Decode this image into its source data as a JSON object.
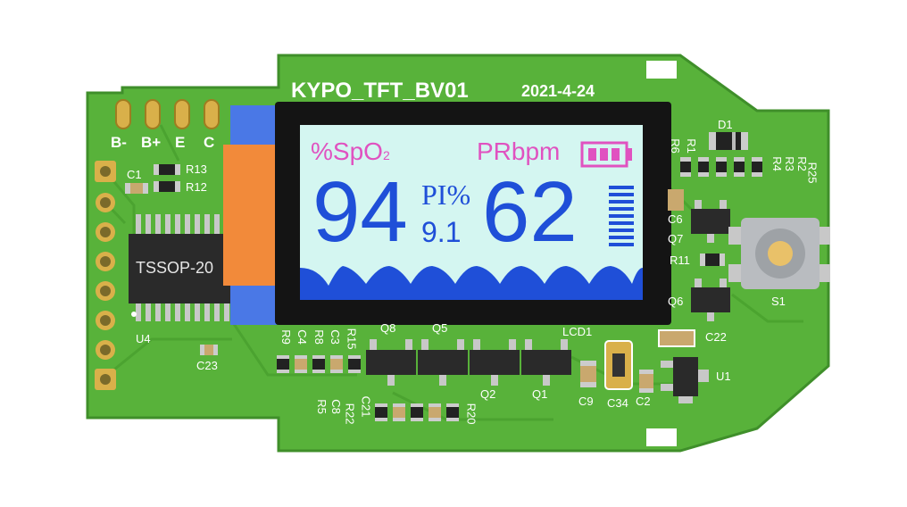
{
  "board": {
    "title": "KYPO_TFT_BV01",
    "date": "2021-4-24",
    "colors": {
      "pcb": "#58b23a",
      "pcb_edge": "#3f8f2a",
      "copper": "#d9b04a",
      "lcd_bg": "#d4f6f1",
      "blue": "#1f4fd8",
      "magenta": "#e052c0",
      "flex": "#f28a3a",
      "frame_blue": "#4a78e6"
    }
  },
  "pins_top": [
    "B-",
    "B+",
    "E",
    "C"
  ],
  "ic_u4": {
    "label": "TSSOP-20",
    "ref": "U4"
  },
  "display": {
    "spo2_label": "%SpO",
    "spo2_sub": "2",
    "pr_label": "PRbpm",
    "spo2_value": "94",
    "pi_label": "PI%",
    "pi_value": "9.1",
    "pr_value": "62",
    "battery_icon": "battery-icon",
    "signal_icon": "signal-bars-icon"
  },
  "components": {
    "R13": "R13",
    "R12": "R12",
    "C1": "C1",
    "U4": "U4",
    "C23": "C23",
    "R9": "R9",
    "C4": "C4",
    "R8": "R8",
    "C3": "C3",
    "R15": "R15",
    "R5": "R5",
    "C8": "C8",
    "R22": "R22",
    "C21": "C21",
    "R20": "R20",
    "Q8": "Q8",
    "Q5": "Q5",
    "Q2": "Q2",
    "Q1": "Q1",
    "LCD1": "LCD1",
    "C9": "C9",
    "C34": "C34",
    "C2": "C2",
    "U1": "U1",
    "C22": "C22",
    "Q6": "Q6",
    "R11": "R11",
    "Q7": "Q7",
    "C6": "C6",
    "S1": "S1",
    "D1": "D1",
    "R6": "R6",
    "R1": "R1",
    "R4": "R4",
    "R3": "R3",
    "R2": "R2",
    "R25": "R25"
  }
}
